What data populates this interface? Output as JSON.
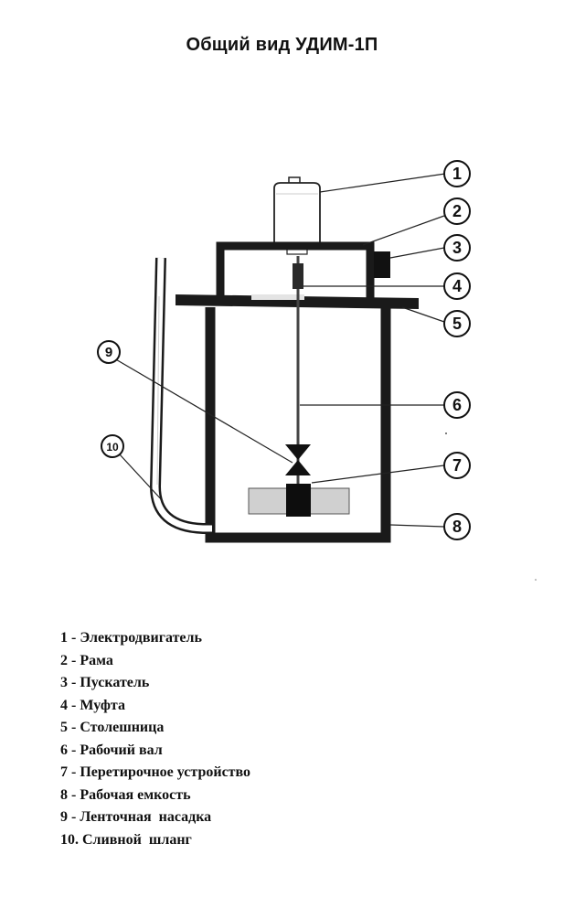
{
  "title": "Общий вид УДИМ-1П",
  "callouts": [
    "1",
    "2",
    "3",
    "4",
    "5",
    "6",
    "7",
    "8",
    "9",
    "10"
  ],
  "legend": [
    {
      "num": "1 -",
      "text": "Электродвигатель"
    },
    {
      "num": "2 -",
      "text": "Рама"
    },
    {
      "num": "3 -",
      "text": "Пускатель"
    },
    {
      "num": "4 -",
      "text": "Муфта"
    },
    {
      "num": "5 -",
      "text": "Столешница"
    },
    {
      "num": "6 -",
      "text": "Рабочий вал"
    },
    {
      "num": "7 -",
      "text": "Перетирочное устройство"
    },
    {
      "num": "8 -",
      "text": "Рабочая емкость"
    },
    {
      "num": "9 -",
      "text": "Ленточная  насадка"
    },
    {
      "num": "10.",
      "text": "Сливной  шланг"
    }
  ]
}
